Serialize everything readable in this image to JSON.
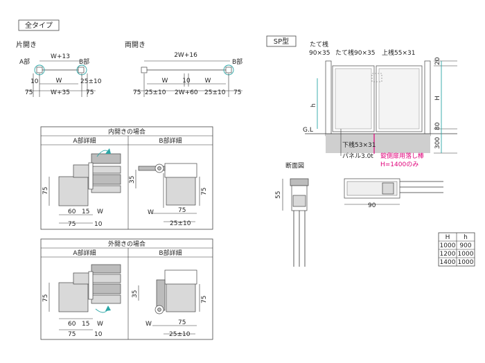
{
  "tag_all": "全タイプ",
  "tag_sp": "SP型",
  "single": {
    "title": "片開き",
    "a": "A部",
    "b": "B部",
    "w13": "W+13",
    "ten": "10",
    "w": "W",
    "pm": "25±10",
    "s75l": "75",
    "w35": "W+35",
    "s75r": "75"
  },
  "double": {
    "title": "両開き",
    "b": "B部",
    "w16": "2W+16",
    "w1": "W",
    "ten": "10",
    "w2": "W",
    "s75l": "75",
    "pm1": "25±10",
    "w60": "2W+60",
    "pm2": "25±10",
    "s75r": "75"
  },
  "inward": {
    "title": "内開きの場合",
    "a_title": "A部詳細",
    "b_title": "B部詳細",
    "a": {
      "v75": "75",
      "d60": "60",
      "d15": "15",
      "w": "W",
      "d75": "75",
      "d10": "10"
    },
    "b": {
      "v35": "35",
      "v75": "75",
      "w": "W",
      "d75": "75",
      "pm": "25±10"
    }
  },
  "outward": {
    "title": "外開きの場合",
    "a_title": "A部詳細",
    "b_title": "B部詳細",
    "a": {
      "v75": "75",
      "d60": "60",
      "d15": "15",
      "w": "W",
      "d75": "75",
      "d10": "10"
    },
    "b": {
      "v35": "35",
      "v75": "75",
      "w": "W",
      "d75": "75",
      "pm": "25±10"
    }
  },
  "sp": {
    "post_a": "たて桟",
    "post_a_size": "90×35",
    "post_b": "たて桟90×35",
    "top_rail": "上桟55×31",
    "dim20": "20",
    "dimH": "H",
    "dimh": "h",
    "dim80": "80",
    "dim300": "300",
    "gl": "G.L",
    "bottom_rail": "下桟53×31",
    "panel": "パネル3.0t",
    "note1": "錠側扉用落し棒",
    "note2": "H=1400のみ"
  },
  "section": {
    "title": "断面図",
    "dim55": "55",
    "dim90": "90"
  },
  "table": {
    "headers": [
      "H",
      "h"
    ],
    "rows": [
      [
        "1000",
        "900"
      ],
      [
        "1200",
        "1000"
      ],
      [
        "1400",
        "1000"
      ]
    ]
  }
}
